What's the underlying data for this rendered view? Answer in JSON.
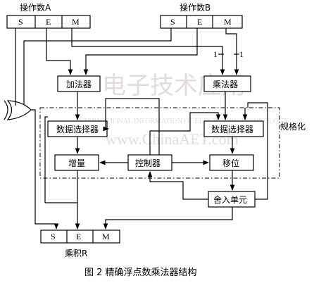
{
  "operand_a": {
    "label": "操作数A",
    "fields": [
      "S",
      "E",
      "M"
    ]
  },
  "operand_b": {
    "label": "操作数B",
    "fields": [
      "S",
      "E",
      "M"
    ]
  },
  "product": {
    "label": "乘积R",
    "fields": [
      "S",
      "E",
      "M"
    ]
  },
  "blocks": {
    "adder": "加法器",
    "multiplier": "乘法器",
    "mux_left": "数据选择器",
    "mux_right": "数据选择器",
    "increment": "增量",
    "controller": "控制器",
    "shift": "移位",
    "rounding": "舍入单元"
  },
  "normalize_label": "规格化",
  "bit_labels": [
    "1",
    "1"
  ],
  "watermark": {
    "line1": "INTERNATIONAL INFORMATION OF ELECTRONIC TECHNOLOGY",
    "line2": "www.ChinaAET.com"
  },
  "caption": "图 2   精确浮点数乘法器结构"
}
